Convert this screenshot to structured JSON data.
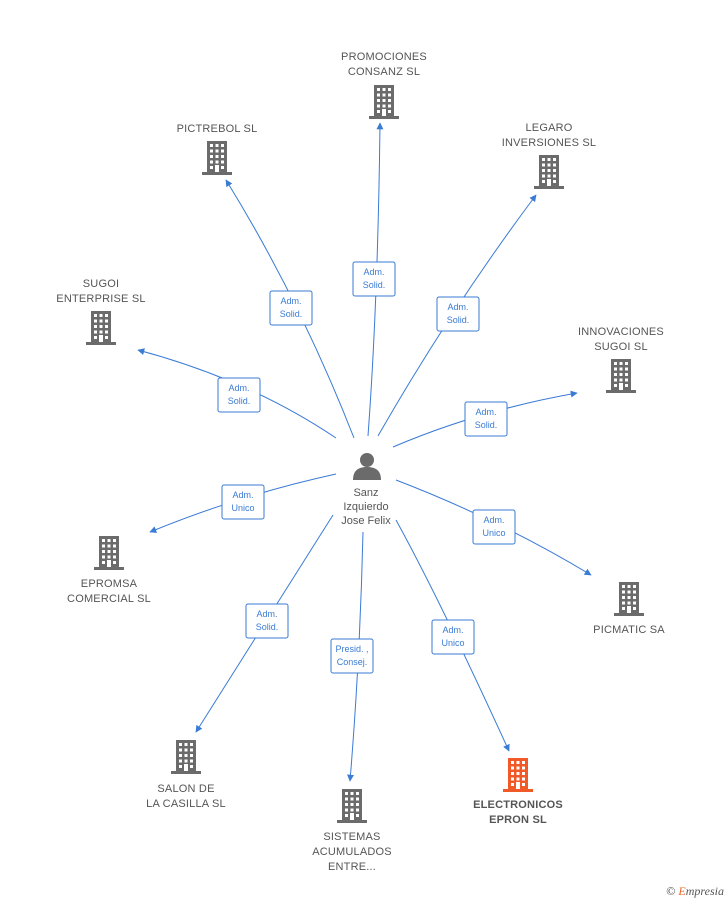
{
  "center": {
    "name_lines": [
      "Sanz",
      "Izquierdo",
      "Jose Felix"
    ],
    "icon": "person-icon"
  },
  "colors": {
    "edge": "#3a7bd5",
    "building": "#6b6b6b",
    "building_highlight": "#f05a28"
  },
  "companies": [
    {
      "id": "promociones-consanz",
      "lines": [
        "PROMOCIONES",
        "CONSANZ SL"
      ],
      "role": [
        "Adm.",
        "Solid."
      ],
      "highlight": false
    },
    {
      "id": "pictrebol",
      "lines": [
        "PICTREBOL SL"
      ],
      "role": [
        "Adm.",
        "Solid."
      ],
      "highlight": false
    },
    {
      "id": "legaro-inversiones",
      "lines": [
        "LEGARO",
        "INVERSIONES SL"
      ],
      "role": [
        "Adm.",
        "Solid."
      ],
      "highlight": false
    },
    {
      "id": "sugoi-enterprise",
      "lines": [
        "SUGOI",
        "ENTERPRISE SL"
      ],
      "role": [
        "Adm.",
        "Solid."
      ],
      "highlight": false
    },
    {
      "id": "innovaciones-sugoi",
      "lines": [
        "INNOVACIONES",
        "SUGOI SL"
      ],
      "role": [
        "Adm.",
        "Solid."
      ],
      "highlight": false
    },
    {
      "id": "epromsa-comercial",
      "lines": [
        "EPROMSA",
        "COMERCIAL SL"
      ],
      "role": [
        "Adm.",
        "Unico"
      ],
      "highlight": false
    },
    {
      "id": "picmatic",
      "lines": [
        "PICMATIC SA"
      ],
      "role": [
        "Adm.",
        "Unico"
      ],
      "highlight": false
    },
    {
      "id": "salon-de-la-casilla",
      "lines": [
        "SALON DE",
        "LA CASILLA SL"
      ],
      "role": [
        "Adm.",
        "Solid."
      ],
      "highlight": false
    },
    {
      "id": "sistemas-acumulados",
      "lines": [
        "SISTEMAS",
        "ACUMULADOS",
        "ENTRE..."
      ],
      "role": [
        "Presid. ,",
        "Consej."
      ],
      "highlight": false
    },
    {
      "id": "electronicos-epron",
      "lines": [
        "ELECTRONICOS",
        "EPRON SL"
      ],
      "role": [
        "Adm.",
        "Unico"
      ],
      "highlight": true
    }
  ],
  "footer": {
    "copyright": "©",
    "brand_first": "E",
    "brand_rest": "mpresia"
  }
}
